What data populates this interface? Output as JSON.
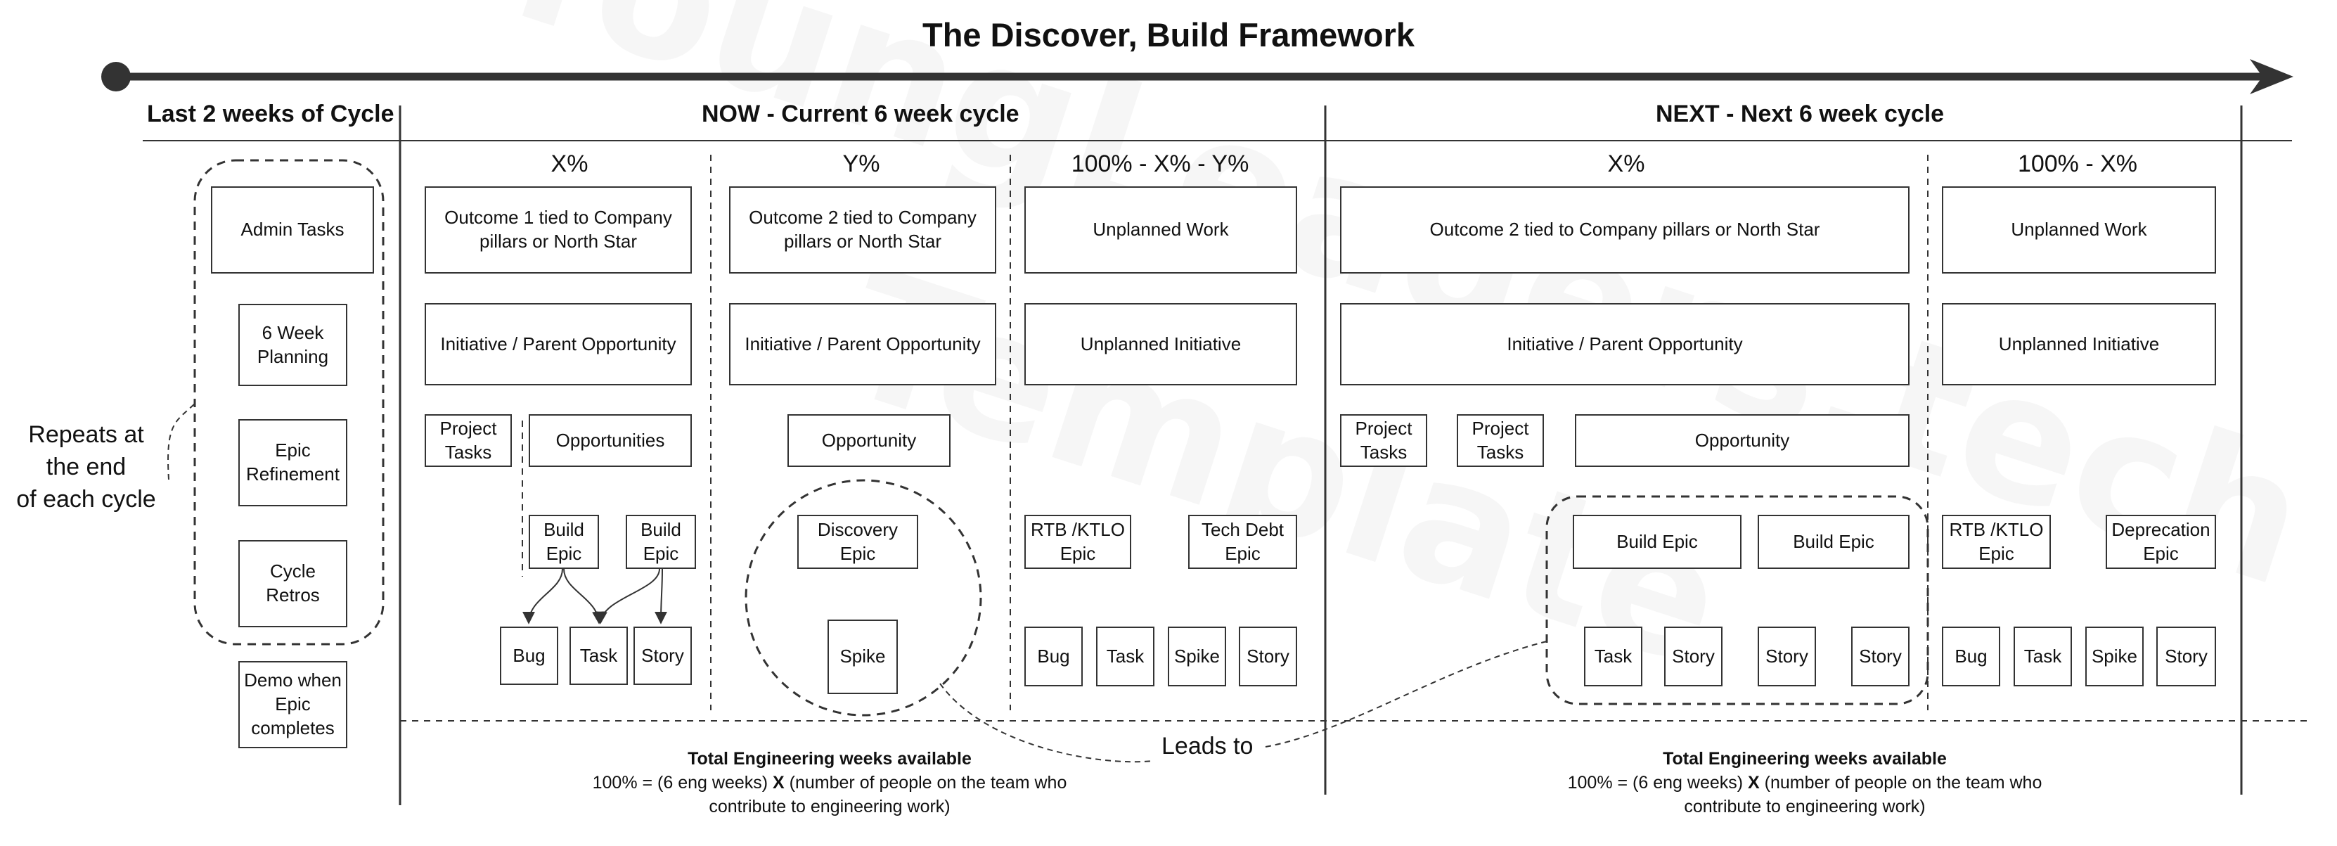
{
  "title": "The Discover, Build Framework",
  "sections": {
    "last": "Last 2 weeks of Cycle",
    "now": "NOW - Current 6 week cycle",
    "next": "NEXT - Next 6 week cycle"
  },
  "percent_labels": {
    "now_x": "X%",
    "now_y": "Y%",
    "now_rest": "100% - X% - Y%",
    "next_x": "X%",
    "next_rest": "100% - X%"
  },
  "last_cycle": {
    "side_note": [
      "Repeats at",
      "the end",
      "of each cycle"
    ],
    "items": [
      "Admin Tasks",
      "6 Week Planning",
      "Epic Refinement",
      "Cycle Retros",
      "Demo when Epic completes"
    ]
  },
  "now": {
    "col_x": {
      "outcome": "Outcome 1 tied to Company pillars or North Star",
      "initiative": "Initiative / Parent Opportunity",
      "project_tasks": "Project Tasks",
      "opportunities": "Opportunities",
      "build_epic_1": "Build Epic",
      "build_epic_2": "Build Epic",
      "bug": "Bug",
      "task": "Task",
      "story": "Story"
    },
    "col_y": {
      "outcome": "Outcome 2 tied to Company pillars or North Star",
      "initiative": "Initiative / Parent Opportunity",
      "opportunity": "Opportunity",
      "discovery_epic": "Discovery Epic",
      "spike": "Spike"
    },
    "col_rest": {
      "unplanned_work": "Unplanned Work",
      "unplanned_initiative": "Unplanned Initiative",
      "rtb_epic": "RTB /KTLO Epic",
      "tech_debt_epic": "Tech Debt Epic",
      "bug": "Bug",
      "task": "Task",
      "spike": "Spike",
      "story": "Story"
    },
    "footer": {
      "heading": "Total Engineering weeks available",
      "line1_start": "100% = (6 eng weeks) ",
      "line1_bold": "X",
      "line1_end": " (number of people on the team who",
      "line2": "contribute to engineering work)"
    }
  },
  "next": {
    "col_x": {
      "outcome": "Outcome 2 tied to Company pillars or North Star",
      "initiative": "Initiative / Parent Opportunity",
      "project_tasks_1": "Project Tasks",
      "project_tasks_2": "Project Tasks",
      "opportunity": "Opportunity",
      "build_epic_1": "Build Epic",
      "build_epic_2": "Build Epic",
      "task": "Task",
      "story_1": "Story",
      "story_2": "Story",
      "story_3": "Story"
    },
    "col_rest": {
      "unplanned_work": "Unplanned Work",
      "unplanned_initiative": "Unplanned Initiative",
      "rtb_epic": "RTB /KTLO Epic",
      "deprecation_epic": "Deprecation Epic",
      "bug": "Bug",
      "task": "Task",
      "spike": "Spike",
      "story": "Story"
    },
    "footer": {
      "heading": "Total Engineering weeks available",
      "line1_start": "100% = (6 eng weeks) ",
      "line1_bold": "X",
      "line1_end": " (number of people on the team who",
      "line2": "contribute to engineering work)"
    }
  },
  "leads_to": "Leads to",
  "watermark": [
    "YoungLeaders.tech",
    "Template"
  ]
}
